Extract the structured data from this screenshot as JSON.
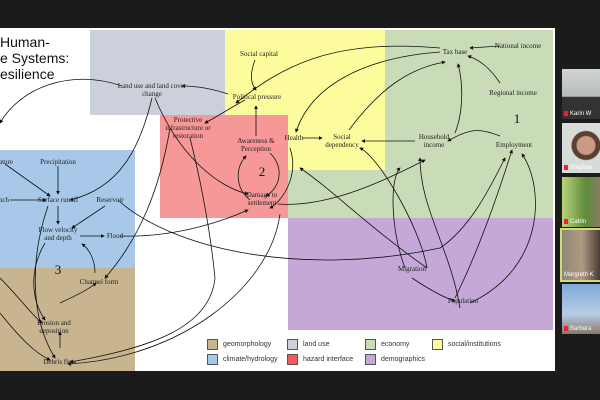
{
  "slide": {
    "title_lines": [
      "Human-",
      "e Systems:",
      "esilience"
    ],
    "nodes": {
      "land_use": "Land use and land cover change",
      "social_capital": "Social capital",
      "political_pressure": "Political pressure",
      "protective": "Protective infrastructure or restoration",
      "awareness": "Awareness & Perception",
      "health": "Health",
      "social_dependency": "Social dependency",
      "household_income": "Household income",
      "tax_base": "Tax base",
      "national_income": "National income",
      "regional_income": "Regional income",
      "employment": "Employment",
      "damage": "Damage to settlement",
      "temperature": "ature",
      "precipitation": "Precipitation",
      "surface_runoff": "Surface runoff",
      "reservoir": "Reservoir",
      "nch": "nch",
      "flow_velocity": "Flow velocity and depth",
      "flood": "Flood",
      "channel_form": "Channel form",
      "erosion": "Erosion and deposition",
      "debris_flow": "Debris flow",
      "migration": "Migration",
      "population": "Population"
    },
    "loops": [
      "1",
      "2",
      "3"
    ],
    "legend": [
      {
        "label": "geomorphology",
        "color": "#c8b48f"
      },
      {
        "label": "climate/hydrology",
        "color": "#a7c8e8"
      },
      {
        "label": "land use",
        "color": "#ccd0da"
      },
      {
        "label": "hazard interface",
        "color": "#f25a5a"
      },
      {
        "label": "economy",
        "color": "#c9dcb7"
      },
      {
        "label": "demographics",
        "color": "#c5a8d8"
      },
      {
        "label": "social/institutions",
        "color": "#fdfc9c"
      }
    ]
  },
  "participants": [
    {
      "name": "Karin W",
      "active": false
    },
    {
      "name": "Stephan",
      "active": false
    },
    {
      "name": "Catrin",
      "active": false
    },
    {
      "name": "Margreth K",
      "active": true
    },
    {
      "name": "Barbara",
      "active": false
    }
  ]
}
